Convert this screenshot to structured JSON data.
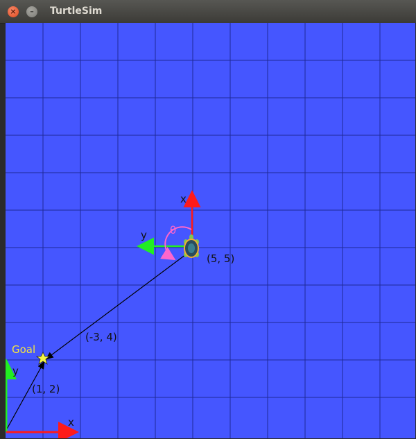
{
  "window": {
    "title": "TurtleSim",
    "close_glyph": "×",
    "min_glyph": "–"
  },
  "canvas": {
    "background_color": "#4556ff",
    "grid_color": "#1e2a99"
  },
  "labels": {
    "turtle_x_axis": "x",
    "turtle_y_axis": "y",
    "theta": "θ",
    "turtle_coord": "(5, 5)",
    "vector_label": "(-3, 4)",
    "goal": "Goal",
    "goal_coord": "(1, 2)",
    "origin_y_axis": "y",
    "origin_x_axis": "x"
  },
  "colors": {
    "x_axis": "#ff1a1a",
    "y_axis": "#22ee22",
    "theta_arc": "#ff66cc",
    "goal_text": "#f5e642",
    "goal_marker": "#f5f542"
  },
  "icons": {
    "turtle": "turtle-icon",
    "goal": "star-icon"
  }
}
